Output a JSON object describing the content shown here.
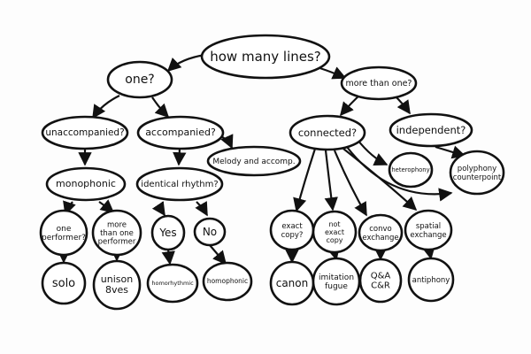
{
  "diagram": {
    "nodes": {
      "root": [
        "how many lines?"
      ],
      "one": [
        "one?"
      ],
      "more": [
        "more than one?"
      ],
      "unacc": [
        "unaccompanied?"
      ],
      "acc": [
        "accompanied?"
      ],
      "connected": [
        "connected?"
      ],
      "independent": [
        "independent?"
      ],
      "melody": [
        "Melody and accomp."
      ],
      "monophonic": [
        "monophonic"
      ],
      "identical": [
        "identical rhythm?"
      ],
      "heterophony": [
        "heterophony"
      ],
      "polyphony": [
        "polyphony",
        "counterpoint"
      ],
      "oneperf": [
        "one",
        "performer?"
      ],
      "moreperf": [
        "more",
        "than one",
        "performer"
      ],
      "yes": [
        "Yes"
      ],
      "no": [
        "No"
      ],
      "exact": [
        "exact",
        "copy?"
      ],
      "notexact": [
        "not",
        "exact",
        "copy"
      ],
      "convo": [
        "convo",
        "exchange"
      ],
      "spatial": [
        "spatial",
        "exchange"
      ],
      "solo": [
        "solo"
      ],
      "unison": [
        "unison",
        "8ves"
      ],
      "homorhythmic": [
        "homorhythmic"
      ],
      "homophonic": [
        "homophonic"
      ],
      "canon": [
        "canon"
      ],
      "imitation": [
        "imitation",
        "fugue"
      ],
      "qa": [
        "Q&A",
        "C&R"
      ],
      "antiphony": [
        "antiphony"
      ]
    }
  }
}
